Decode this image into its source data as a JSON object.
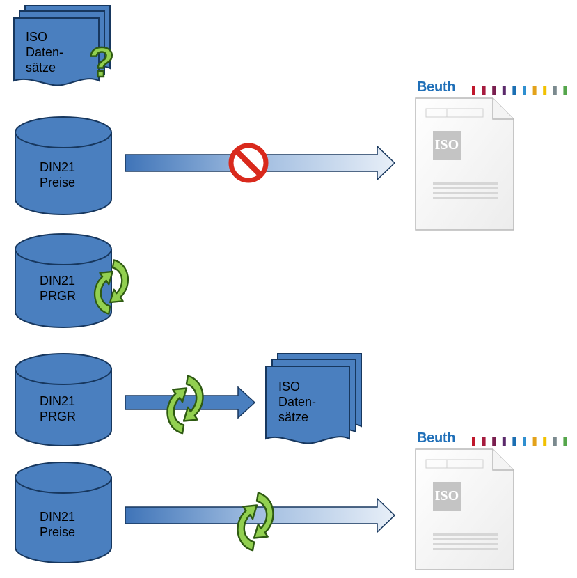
{
  "docs_top": {
    "l1": "ISO",
    "l2": "Daten-",
    "l3": "sätze"
  },
  "db_preise_1": {
    "l1": "DIN21",
    "l2": "Preise"
  },
  "db_prgr_1": {
    "l1": "DIN21",
    "l2": "PRGR"
  },
  "db_prgr_2": {
    "l1": "DIN21",
    "l2": "PRGR"
  },
  "docs_mid": {
    "l1": "ISO",
    "l2": "Daten-",
    "l3": "sätze"
  },
  "db_preise_2": {
    "l1": "DIN21",
    "l2": "Preise"
  },
  "beuth_1": {
    "label": "Beuth",
    "iso": "ISO"
  },
  "beuth_2": {
    "label": "Beuth",
    "iso": "ISO"
  },
  "icons": [
    "question-mark-icon",
    "prohibited-icon",
    "sync-arrows-icon"
  ],
  "colors": {
    "shape_fill": "#4a7fbf",
    "shape_stroke": "#17375e",
    "green": "#92d050",
    "prohibit_red": "#d9291c",
    "beuth_blue": "#1f6fb8"
  },
  "beuth_bar_colors": [
    "#c0172b",
    "#a61b3e",
    "#7a1f4f",
    "#5b2a6b",
    "#1b6fb3",
    "#2f8fd0",
    "#e3a21a",
    "#f2c100",
    "#7b8a8f",
    "#55a64b"
  ]
}
